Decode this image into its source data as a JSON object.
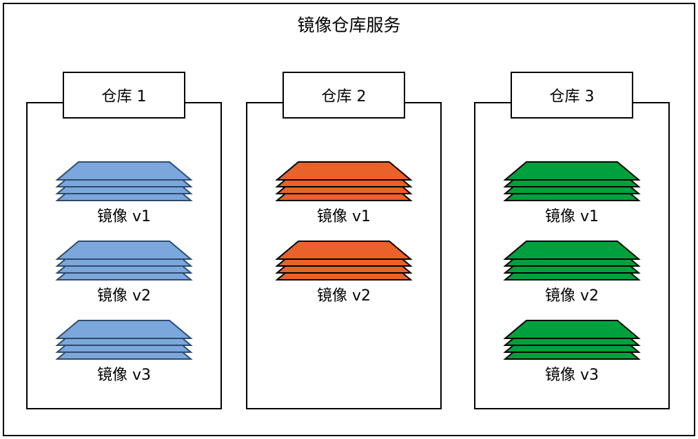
{
  "diagram": {
    "title": "镜像仓库服务",
    "type": "container-registry-architecture",
    "outer_border_color": "#000000",
    "background": "#ffffff"
  },
  "repositories": [
    {
      "id": "repo-1",
      "header": "仓库 1",
      "color": "#7ba7dc",
      "stroke": "#2e4b6e",
      "images": [
        {
          "label": "镜像 v1",
          "layers": 4
        },
        {
          "label": "镜像 v2",
          "layers": 4
        },
        {
          "label": "镜像 v3",
          "layers": 4
        }
      ]
    },
    {
      "id": "repo-2",
      "header": "仓库 2",
      "color": "#e8622a",
      "stroke": "#000000",
      "images": [
        {
          "label": "镜像 v1",
          "layers": 4
        },
        {
          "label": "镜像 v2",
          "layers": 4
        }
      ]
    },
    {
      "id": "repo-3",
      "header": "仓库 3",
      "color": "#00a03c",
      "stroke": "#000000",
      "images": [
        {
          "label": "镜像 v1",
          "layers": 4
        },
        {
          "label": "镜像 v2",
          "layers": 4
        },
        {
          "label": "镜像 v3",
          "layers": 4
        }
      ]
    }
  ],
  "layout": {
    "image_group_tops": [
      232,
      347,
      462
    ],
    "repo_left_positions": [
      38,
      357,
      688
    ],
    "header_left_positions": [
      91,
      410,
      741
    ]
  }
}
